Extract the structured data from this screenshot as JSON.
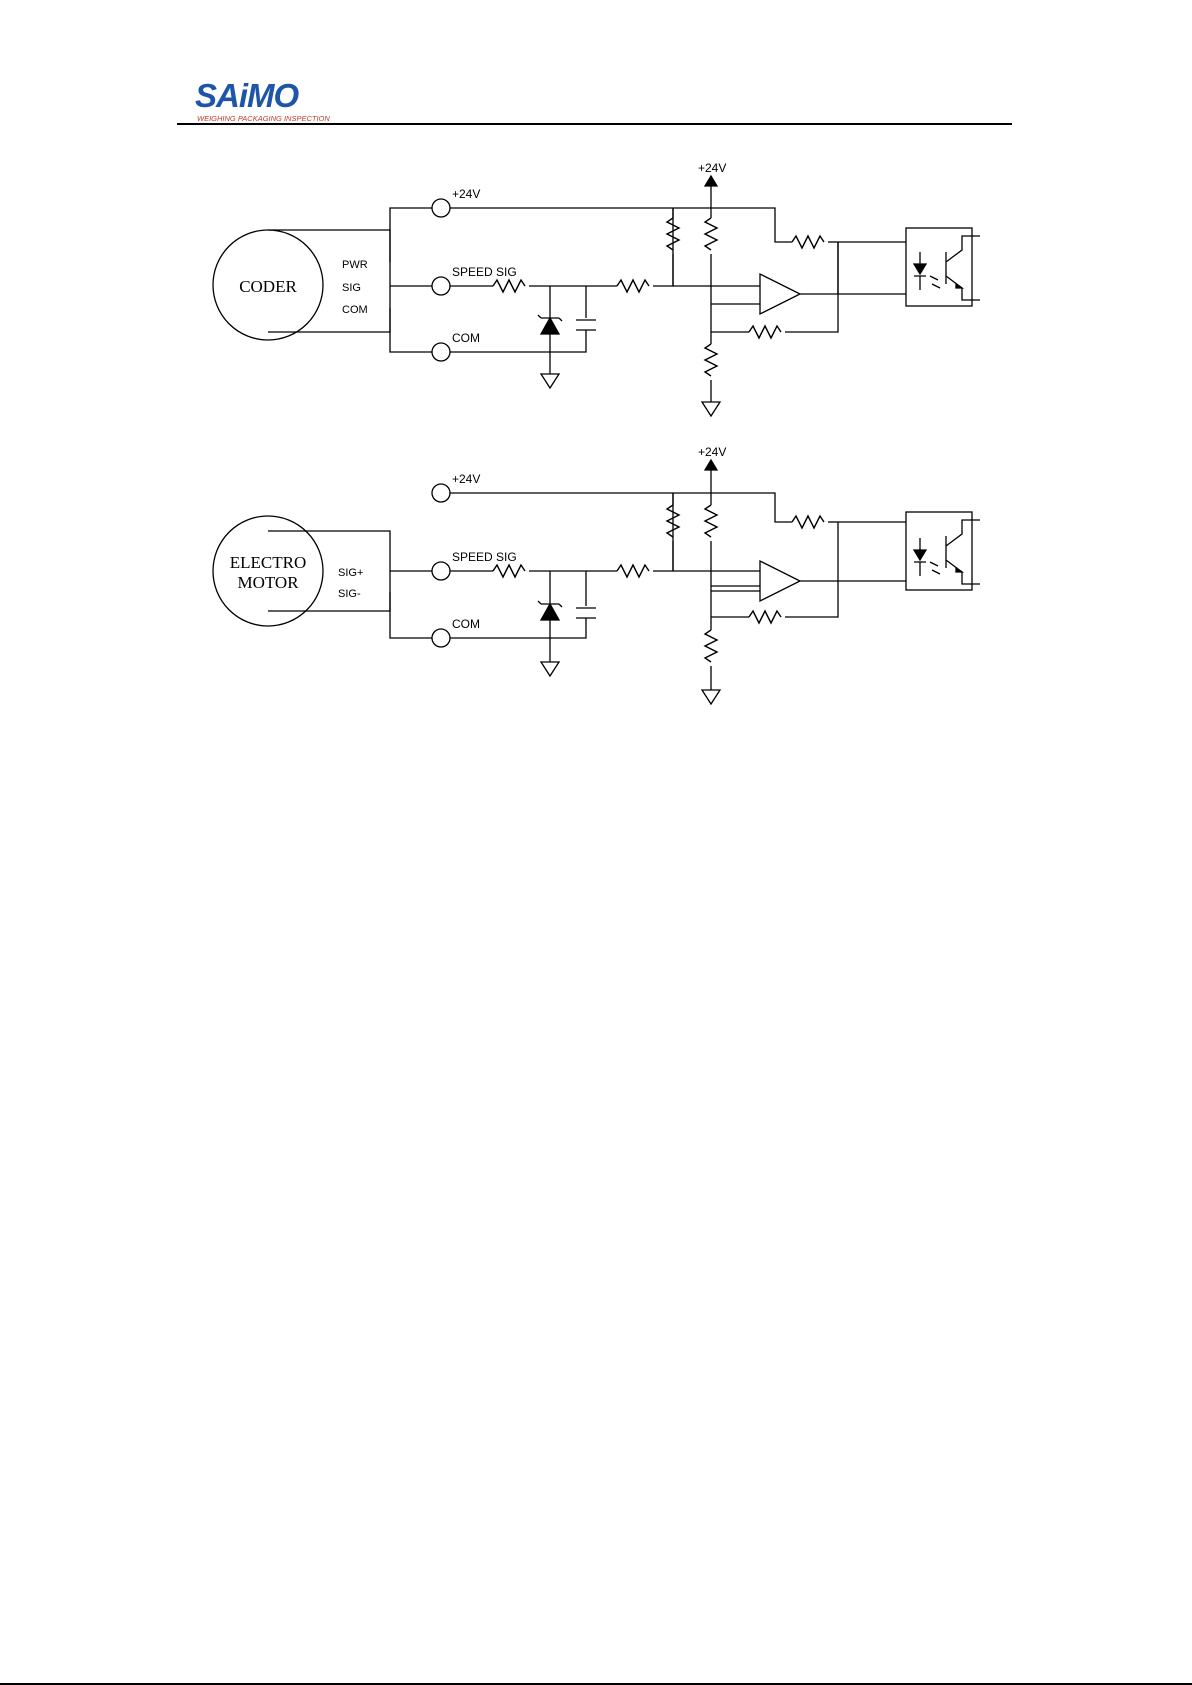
{
  "header": {
    "logo_main": "SAiMO",
    "logo_sub": "WEIGHING PACKAGING INSPECTION"
  },
  "diagrams": [
    {
      "source_label": "CODER",
      "source_label_line2": "",
      "pin_labels": [
        "PWR",
        "SIG",
        "COM"
      ],
      "terminal_labels": [
        "+24V",
        "SPEED SIG",
        "COM"
      ],
      "supply_label": "+24V"
    },
    {
      "source_label": "ELECTRO",
      "source_label_line2": "MOTOR",
      "pin_labels": [
        "SIG+",
        "SIG-"
      ],
      "terminal_labels": [
        "+24V",
        "SPEED SIG",
        "COM"
      ],
      "supply_label": "+24V"
    }
  ],
  "colors": {
    "logo_blue": "#1f55a8",
    "logo_red": "#c0392b",
    "line": "#000000"
  }
}
